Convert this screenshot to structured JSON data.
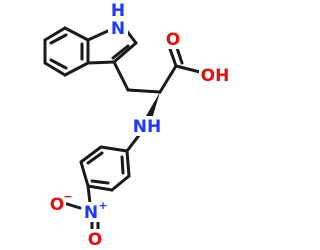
{
  "molecule": {
    "colors": {
      "bond": "#1a1a1a",
      "nitrogen": "#1f3aff",
      "oxygen": "#e0120f"
    },
    "labels": {
      "indole_nh": "H",
      "indole_n": "N",
      "acid_oh": "OH",
      "acid_o": "O",
      "amine_nh": "NH",
      "nitro_n": "N",
      "nitro_o_top": "O",
      "nitro_o_bottom": "O",
      "nitro_n_charge": "+",
      "nitro_o_charge": "−"
    }
  }
}
